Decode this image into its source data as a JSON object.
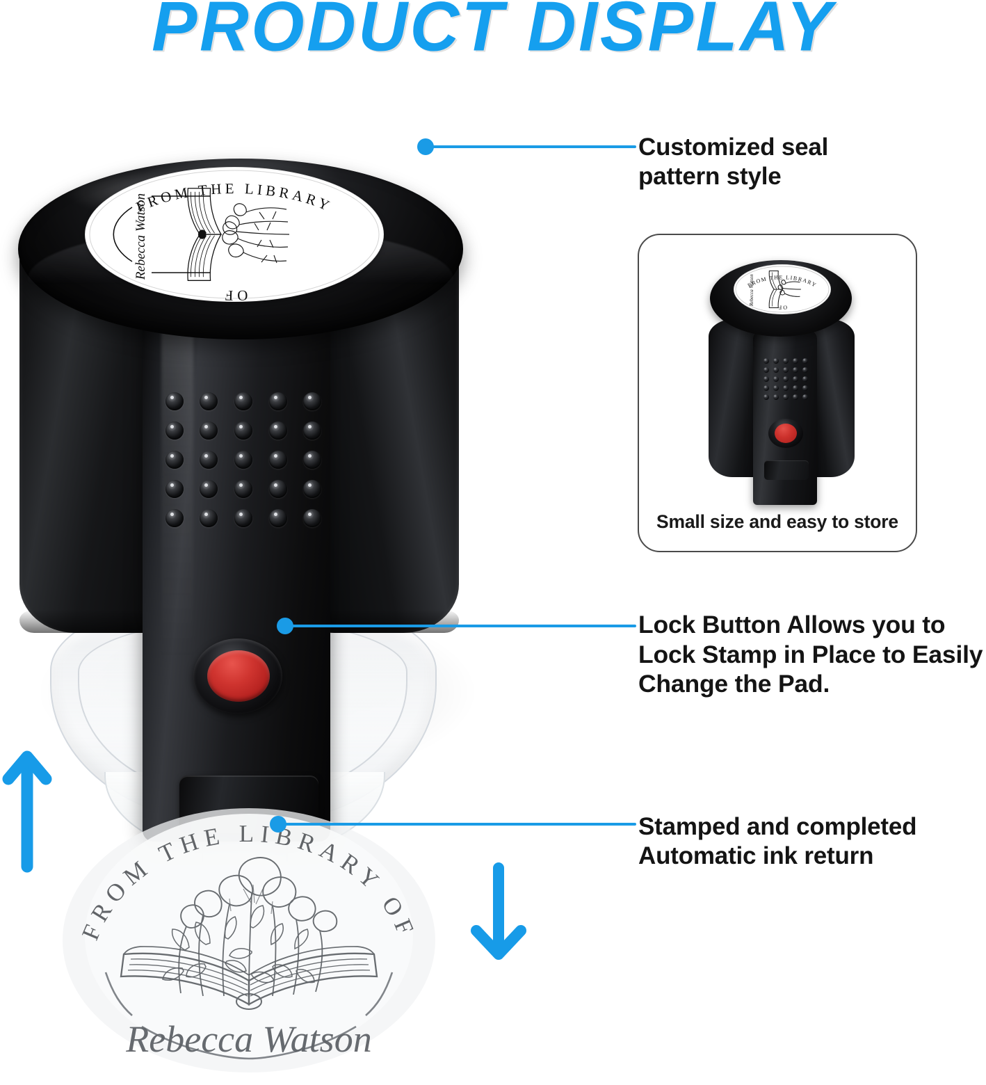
{
  "header": {
    "title": "PRODUCT DISPLAY",
    "title_color": "#159FEF"
  },
  "theme": {
    "accent_blue": "#1A9BE6",
    "lock_button_red": "#CF342F",
    "body_black": "#0d0d0e",
    "text_black": "#141414"
  },
  "callouts": [
    {
      "id": "customized-seal",
      "lines": [
        "Customized seal",
        "pattern style"
      ],
      "text": "Customized seal pattern style"
    },
    {
      "id": "lock-button",
      "lines": [
        "Lock Button Allows you to",
        "Lock Stamp in Place to Easily",
        "Change the Pad."
      ],
      "text": "Lock Button Allows you to Lock Stamp in Place to Easily Change the Pad."
    },
    {
      "id": "stamped-completed",
      "lines": [
        "Stamped and completed",
        "Automatic ink return"
      ],
      "text": "Stamped and completed Automatic ink return"
    }
  ],
  "inset": {
    "caption": "Small size and easy to store"
  },
  "seal": {
    "arc_top": "FROM THE LIBRARY",
    "arc_bottom": "OF",
    "arc_full": "FROM THE LIBRARY OF",
    "name": "Rebecca Watson",
    "motif": "open-book-with-wildflowers"
  },
  "arrows": {
    "up": "arrow-up",
    "down": "arrow-down"
  }
}
